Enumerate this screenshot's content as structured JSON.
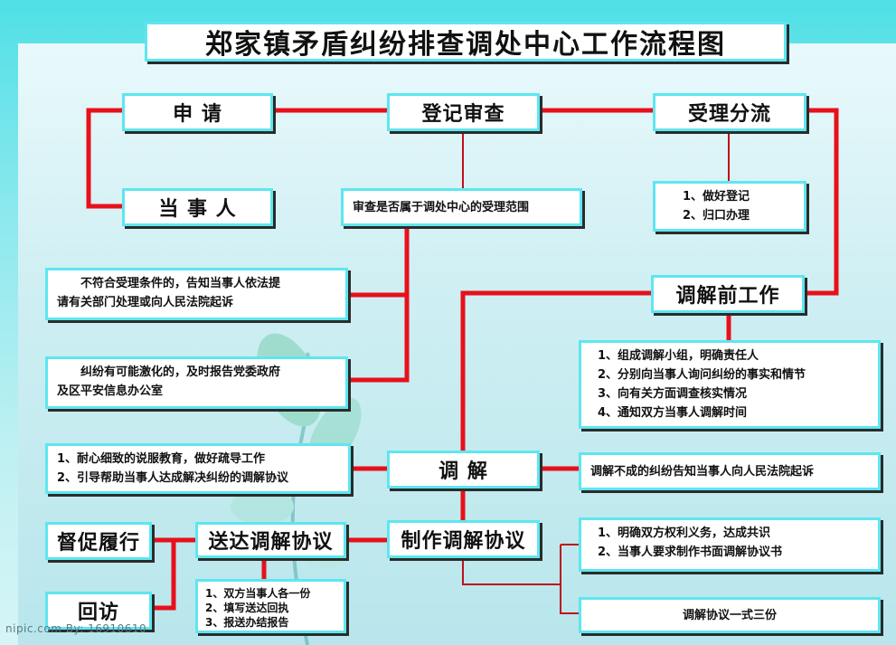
{
  "title": "郑家镇矛盾纠纷排查调处中心工作流程图",
  "nodes": {
    "apply": "申 请",
    "register": "登记审查",
    "accept": "受理分流",
    "party": "当 事 人",
    "review_scope": "审查是否属于调处中心的受理范围",
    "accept_tasks": [
      "1、做好登记",
      "2、归口办理"
    ],
    "not_eligible": [
      "不符合受理条件的，告知当事人依法提",
      "请有关部门处理或向人民法院起诉"
    ],
    "escalate": [
      "纠纷有可能激化的，及时报告党委政府",
      "及区平安信息办公室"
    ],
    "pre_mediation": "调解前工作",
    "pre_tasks": [
      "1、组成调解小组，明确责任人",
      "2、分别向当事人询问纠纷的事实和情节",
      "3、向有关方面调查核实情况",
      "4、通知双方当事人调解时间"
    ],
    "mediation": "调 解",
    "mediation_methods": [
      "1、耐心细致的说服教育，做好疏导工作",
      "2、引导帮助当事人达成解决纠纷的调解协议"
    ],
    "mediation_fail": "调解不成的纠纷告知当事人向人民法院起诉",
    "make_agreement": "制作调解协议",
    "agreement_tasks": [
      "1、明确双方权利义务，达成共识",
      "2、当事人要求制作书面调解协议书"
    ],
    "agreement_copies": "调解协议一式三份",
    "deliver": "送达调解协议",
    "deliver_tasks": [
      "1、双方当事人各一份",
      "2、填写送达回执",
      "3、报送办结报告"
    ],
    "supervise": "督促履行",
    "revisit": "回访"
  },
  "watermark": "nipic.com   By: 16910610",
  "colors": {
    "connector": "#e8101a",
    "box_border": "#5ee6f0",
    "shadow": "#2b2b2b"
  }
}
